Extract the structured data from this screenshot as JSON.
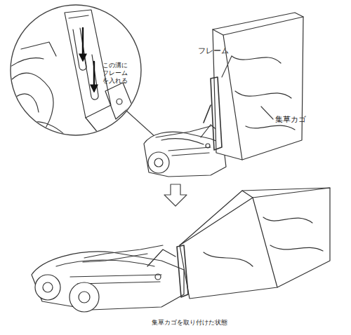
{
  "diagram": {
    "caption": "集草カゴを取り付けた状態",
    "labels": [
      "この溝にフレームを入れる",
      "フレーム",
      "集草カゴ"
    ]
  }
}
